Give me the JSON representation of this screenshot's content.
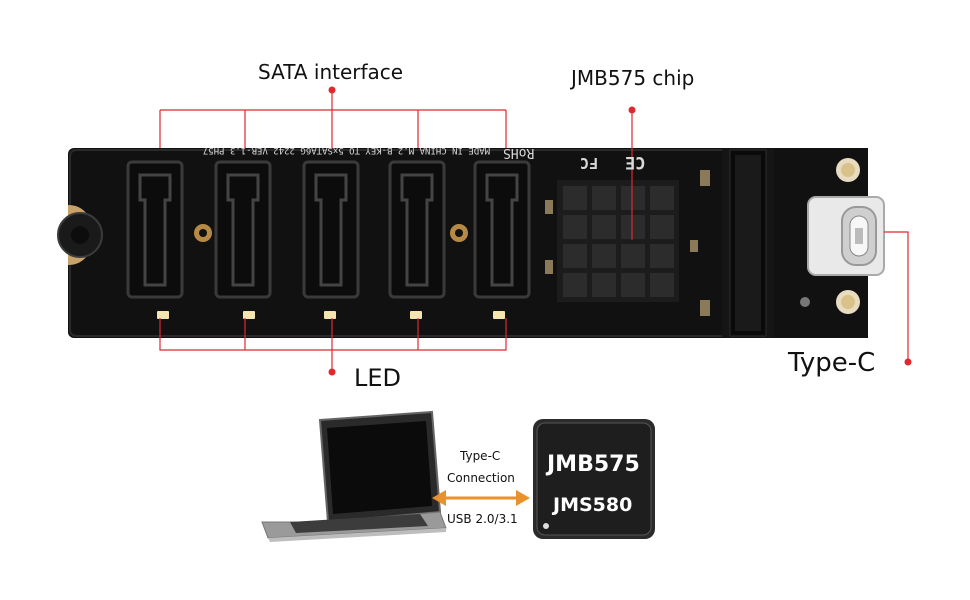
{
  "callouts": {
    "sata": "SATA interface",
    "chip": "JMB575 chip",
    "led": "LED",
    "typec": "Type-C"
  },
  "board": {
    "silkscreen_top": "MADE IN CHINA    M.2 B-KEY TO 5xSATA6G    2242    VER-1.3    PH57",
    "rohs": "RoHS",
    "fc": "FC",
    "ce": "CE"
  },
  "diagram": {
    "conn_line1": "Type-C",
    "conn_line2": "Connection",
    "conn_line3": "USB 2.0/3.1",
    "chip_line1": "JMB575",
    "chip_line2": "JMS580"
  },
  "colors": {
    "callout_red": "#e0282e",
    "pcb": "#111111",
    "arrow_orange": "#e8912d"
  }
}
